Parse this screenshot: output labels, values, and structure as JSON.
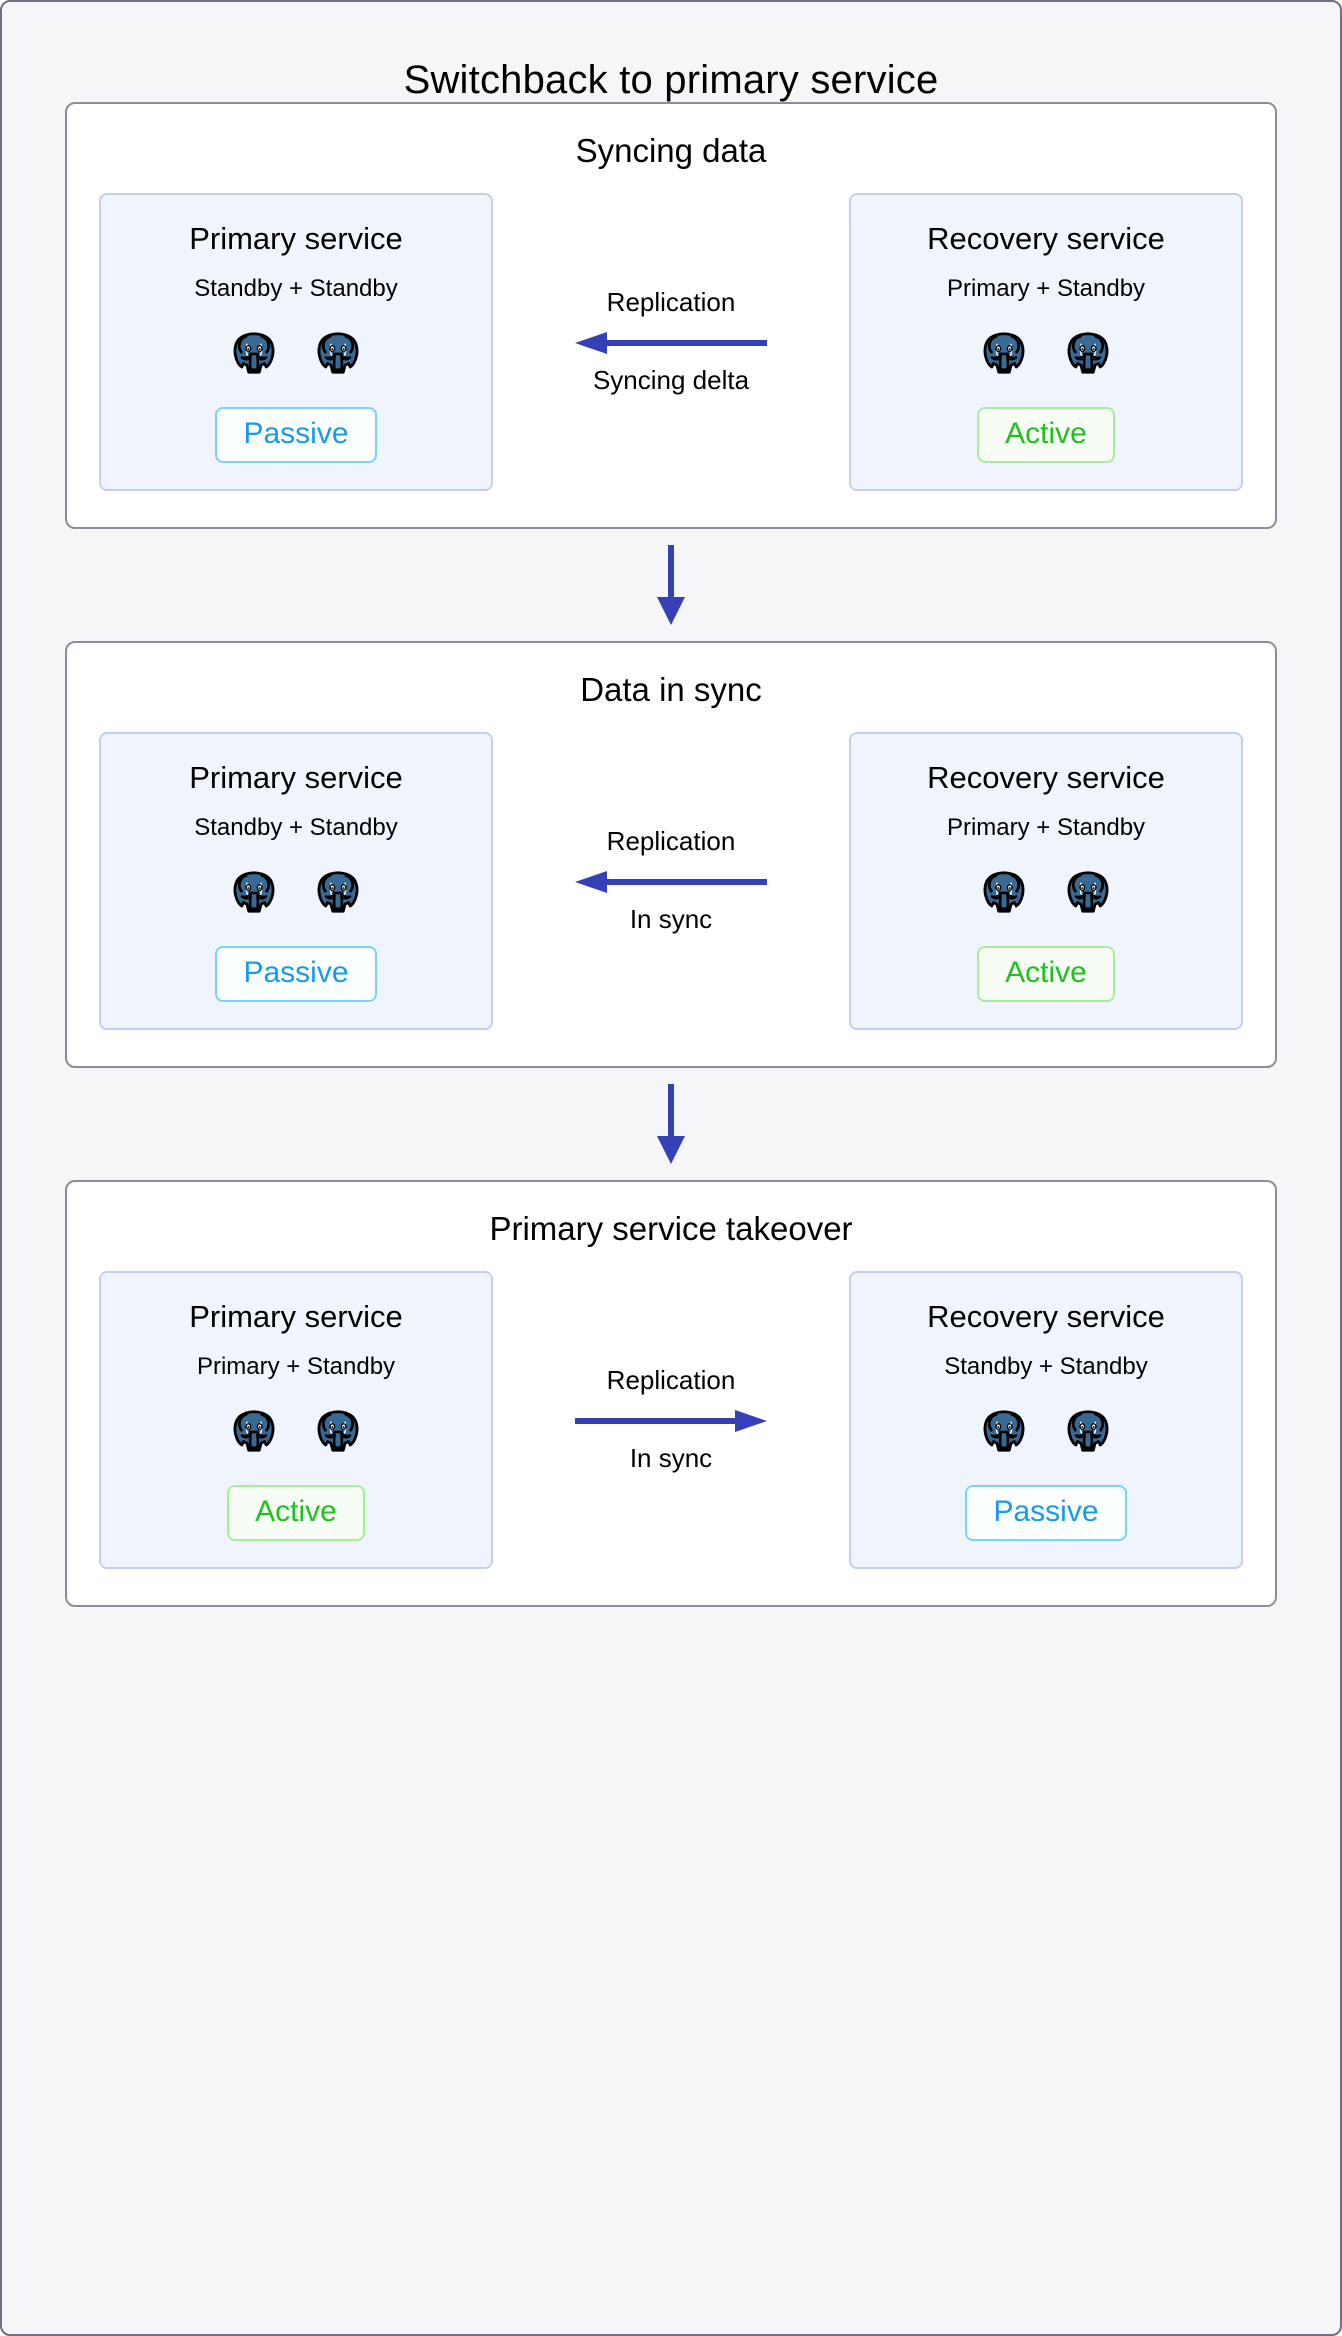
{
  "figure": {
    "title": "Switchback to primary service",
    "background_color": "#f5f6f8",
    "border_color": "#6f7180"
  },
  "colors": {
    "arrow_blue": "#3440b5",
    "card_background": "#f0f4fd",
    "card_border": "#c3cff0",
    "passive_text": "#1a9ae6",
    "passive_border": "#79d3f7",
    "active_text": "#20c020",
    "active_border": "#a6ed9e",
    "elephant_body": "#396a93",
    "elephant_outline": "#000000"
  },
  "stages": [
    {
      "title": "Syncing data",
      "left": {
        "name": "Primary service",
        "roles": "Standby + Standby",
        "nodes": [
          "postgres-elephant-icon",
          "postgres-elephant-icon"
        ],
        "badge": "Passive",
        "badge_state": "passive"
      },
      "link": {
        "label_top": "Replication",
        "label_bottom": "Syncing delta",
        "direction": "left",
        "arrow_icon": "arrow-left-icon"
      },
      "right": {
        "name": "Recovery service",
        "roles": "Primary + Standby",
        "nodes": [
          "postgres-elephant-icon",
          "postgres-elephant-icon"
        ],
        "badge": "Active",
        "badge_state": "active"
      }
    },
    {
      "title": "Data in sync",
      "left": {
        "name": "Primary service",
        "roles": "Standby + Standby",
        "nodes": [
          "postgres-elephant-icon",
          "postgres-elephant-icon"
        ],
        "badge": "Passive",
        "badge_state": "passive"
      },
      "link": {
        "label_top": "Replication",
        "label_bottom": "In sync",
        "direction": "left",
        "arrow_icon": "arrow-left-icon"
      },
      "right": {
        "name": "Recovery service",
        "roles": "Primary + Standby",
        "nodes": [
          "postgres-elephant-icon",
          "postgres-elephant-icon"
        ],
        "badge": "Active",
        "badge_state": "active"
      }
    },
    {
      "title": "Primary service takeover",
      "left": {
        "name": "Primary service",
        "roles": "Primary + Standby",
        "nodes": [
          "postgres-elephant-icon",
          "postgres-elephant-icon"
        ],
        "badge": "Active",
        "badge_state": "active"
      },
      "link": {
        "label_top": "Replication",
        "label_bottom": "In sync",
        "direction": "right",
        "arrow_icon": "arrow-right-icon"
      },
      "right": {
        "name": "Recovery service",
        "roles": "Standby + Standby",
        "nodes": [
          "postgres-elephant-icon",
          "postgres-elephant-icon"
        ],
        "badge": "Passive",
        "badge_state": "passive"
      }
    }
  ],
  "step_arrows": [
    {
      "icon": "arrow-down-icon",
      "direction": "down"
    },
    {
      "icon": "arrow-down-icon",
      "direction": "down"
    }
  ]
}
